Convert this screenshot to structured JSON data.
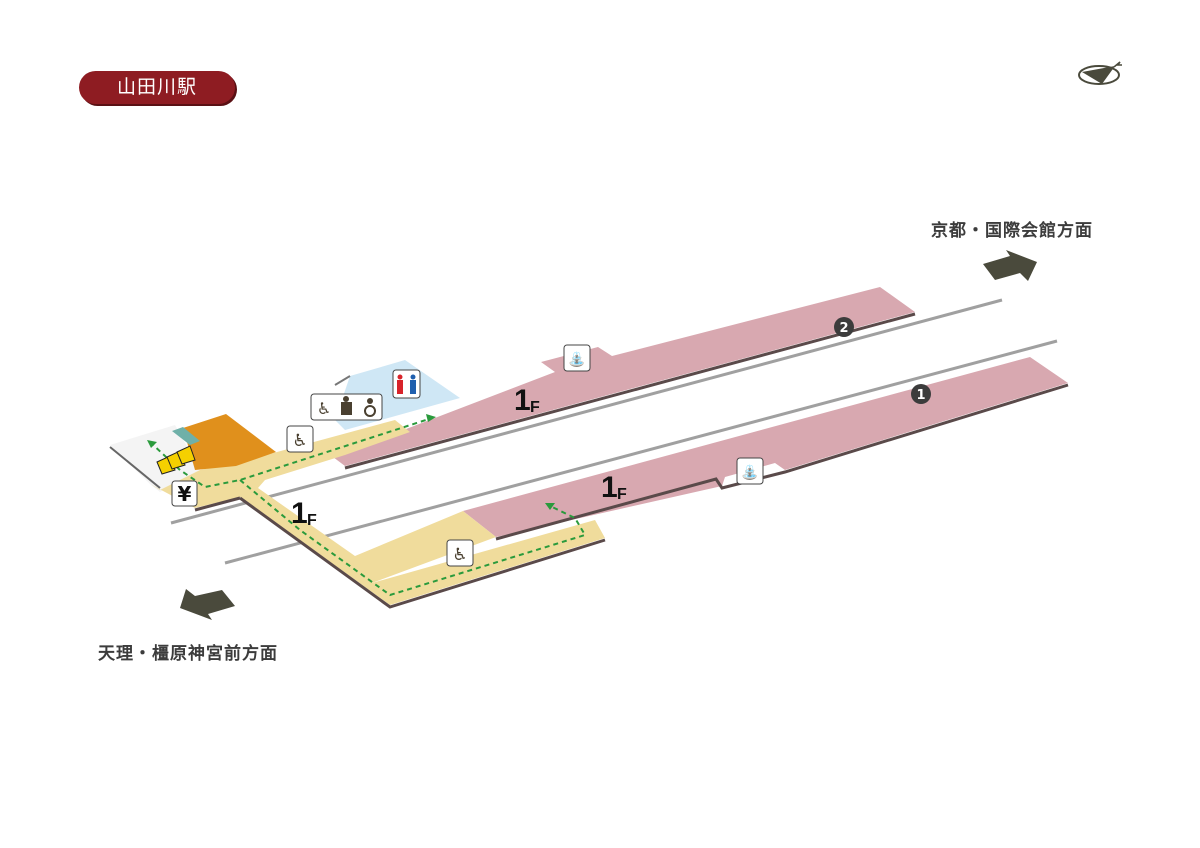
{
  "station_name": "山田川駅",
  "directions": {
    "north": "京都・国際会館方面",
    "south": "天理・橿原神宮前方面"
  },
  "floor_labels": [
    "1F",
    "1F",
    "1F"
  ],
  "floor_main": "1",
  "floor_suffix": "F",
  "platforms": [
    {
      "number": "2"
    },
    {
      "number": "1"
    }
  ],
  "icons": [
    "compass-icon",
    "toilet-icon",
    "wheelchair-icon",
    "ostomate-icon",
    "baby-care-icon",
    "slope-icon",
    "ticket-gate-icon",
    "ticket-machine-icon",
    "elevator-icon",
    "arrow-icon"
  ],
  "ticket_symbol": "¥",
  "colors": {
    "title": "#8e1c22",
    "platform": "#d8a8b0",
    "concourse": "#f0dc9c",
    "toilet_area": "#cfe7f5",
    "orange_area": "#e0901c",
    "route": "#2a9a3c"
  }
}
